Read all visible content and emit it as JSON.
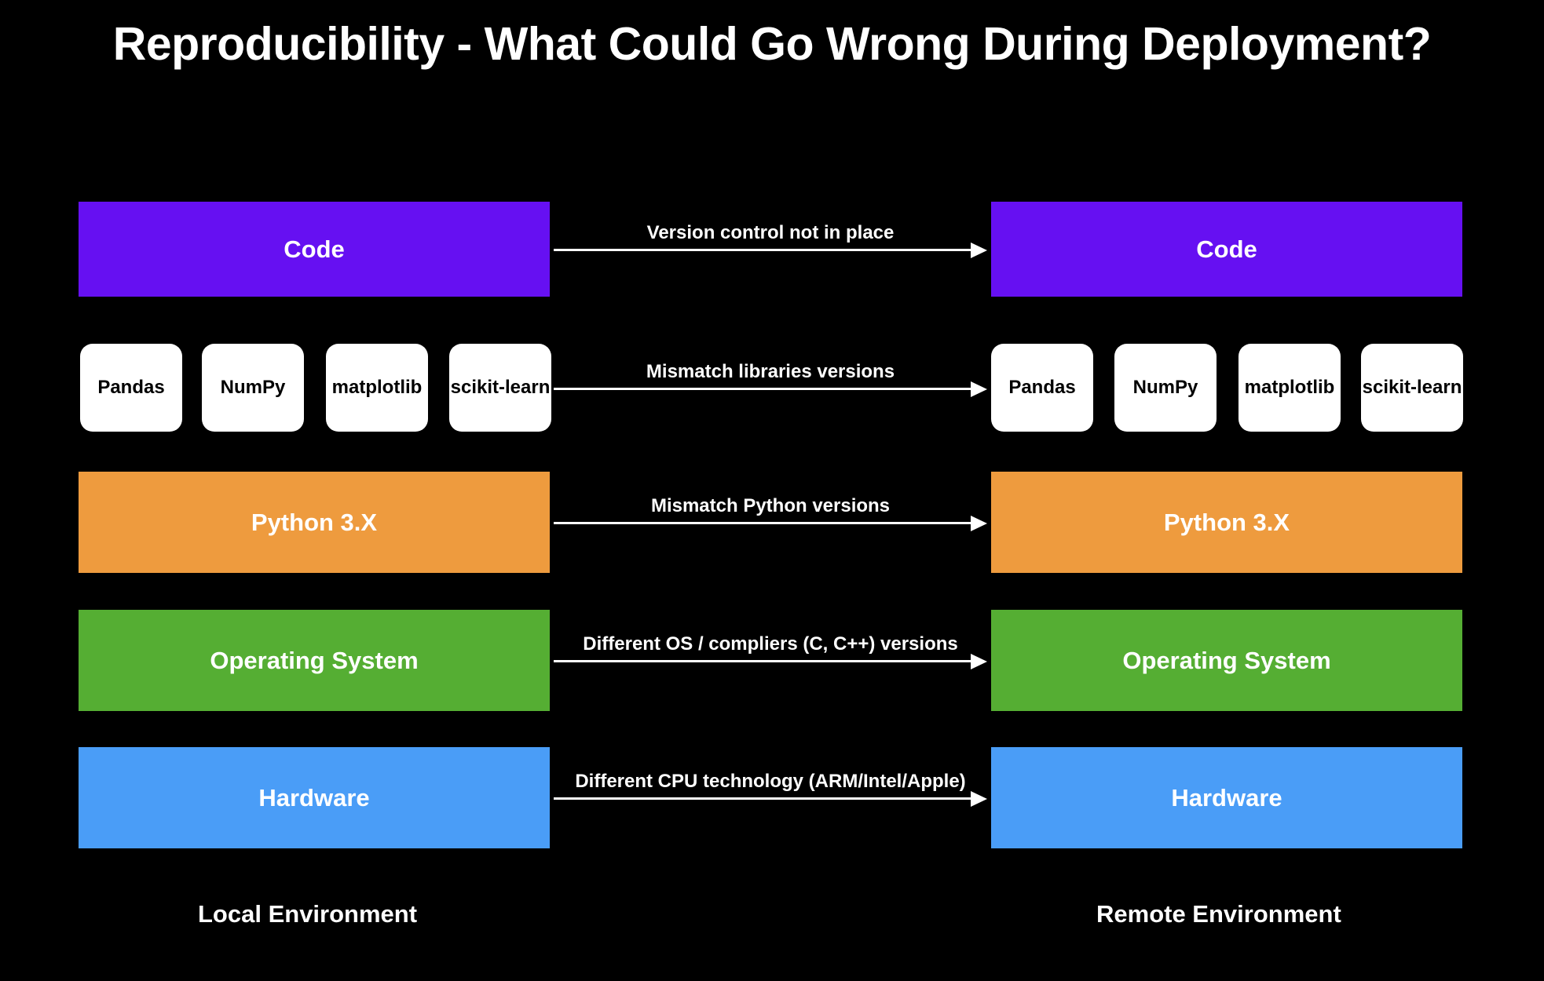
{
  "slide": {
    "title": "Reproducibility - What Could Go Wrong During Deployment?",
    "background_color": "#000000"
  },
  "colors": {
    "code": "#6610f2",
    "library": "#ffffff",
    "python": "#ee9b3e",
    "os": "#55ae33",
    "hardware": "#4a9df7",
    "text_light": "#ffffff",
    "text_dark": "#000000",
    "arrow": "#ffffff"
  },
  "environments": {
    "local": {
      "caption": "Local Environment"
    },
    "remote": {
      "caption": "Remote Environment"
    }
  },
  "stack_layers": [
    {
      "id": "code",
      "label": "Code",
      "color": "#6610f2",
      "text_color": "#ffffff"
    },
    {
      "id": "python",
      "label": "Python 3.X",
      "color": "#ee9b3e",
      "text_color": "#ffffff"
    },
    {
      "id": "os",
      "label": "Operating System",
      "color": "#55ae33",
      "text_color": "#ffffff"
    },
    {
      "id": "hardware",
      "label": "Hardware",
      "color": "#4a9df7",
      "text_color": "#ffffff"
    }
  ],
  "libraries": [
    {
      "label": "Pandas"
    },
    {
      "label": "NumPy"
    },
    {
      "label": "matplotlib"
    },
    {
      "label": "scikit-learn"
    }
  ],
  "arrows": [
    {
      "id": "code-arrow",
      "label": "Version control not in place"
    },
    {
      "id": "libraries-arrow",
      "label": "Mismatch libraries versions"
    },
    {
      "id": "python-arrow",
      "label": "Mismatch Python versions"
    },
    {
      "id": "os-arrow",
      "label": "Different OS / compliers (C, C++) versions"
    },
    {
      "id": "hardware-arrow",
      "label": "Different CPU technology (ARM/Intel/Apple)"
    }
  ]
}
